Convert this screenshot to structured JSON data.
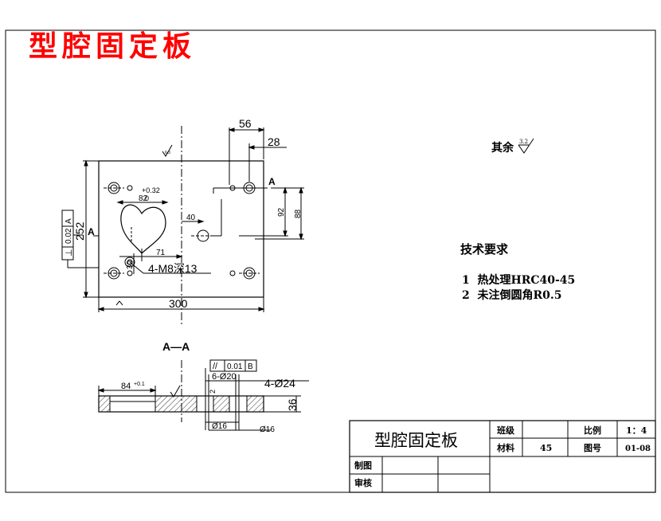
{
  "drawing": {
    "title_red": "型腔固定板",
    "section_label": "A—A",
    "section_marks": [
      "A",
      "A",
      "A"
    ],
    "roughness_note": "其余",
    "roughness_value": "3.2",
    "roughness_small": "6.3"
  },
  "dimensions": {
    "d56": "56",
    "d28": "28",
    "d92": "92",
    "d88": "88",
    "d40": "40",
    "d82": "82",
    "tol_upper": "+0.32",
    "tol_lower": "0",
    "d30": "30",
    "d71": "71",
    "thread": "4-M8深13",
    "d252": "252",
    "d300": "300",
    "perp_symbol": "⊥",
    "perp_tol": "0.02",
    "perp_datum": "A",
    "d84": "84",
    "d84_tol": "+0.1",
    "par_symbol": "//",
    "par_tol": "0.01",
    "par_datum": "B",
    "holes6": "6-Ø20",
    "holes4": "4-Ø24",
    "d2": "2",
    "d36": "36",
    "dia16a": "Ø16",
    "dia16b": "Ø16"
  },
  "requirements": {
    "title": "技术要求",
    "items": [
      {
        "num": "1",
        "text": "热处理HRC40-45"
      },
      {
        "num": "2",
        "text": "未注倒圆角R0.5"
      }
    ]
  },
  "title_block": {
    "name": "型腔固定板",
    "class_label": "班级",
    "class_value": "",
    "scale_label": "比例",
    "scale_value": "1：4",
    "material_label": "材料",
    "material_value": "45",
    "drawing_no_label": "图号",
    "drawing_no_value": "01-08",
    "drawn_label": "制图",
    "checked_label": "审核"
  }
}
